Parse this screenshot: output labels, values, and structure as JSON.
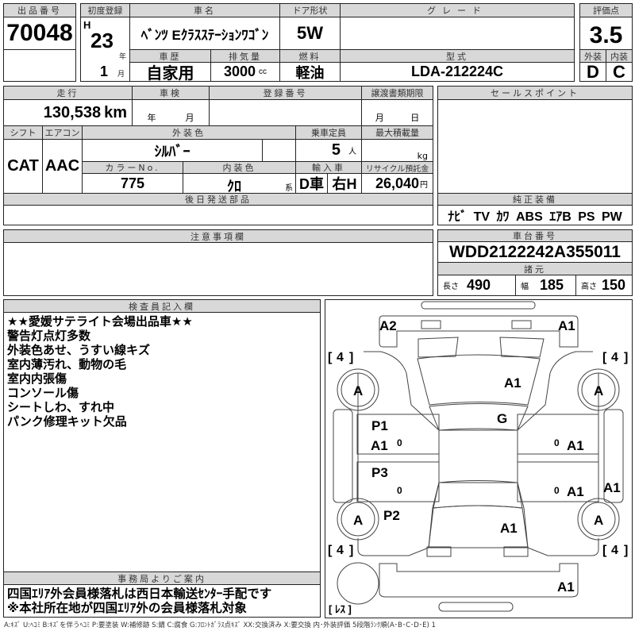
{
  "lot": {
    "label": "出品番号",
    "value": "70048"
  },
  "first_reg": {
    "label": "初度登録",
    "era": "H",
    "year": "23",
    "year_unit": "年",
    "month": "1",
    "month_unit": "月"
  },
  "car_name": {
    "label": "車名",
    "value": "ﾍﾞﾝﾂ Eｸﾗｽｽﾃｰｼｮﾝﾜｺﾞﾝ"
  },
  "door": {
    "label": "ドア形状",
    "value": "5W"
  },
  "grade": {
    "label": "グレード",
    "value": ""
  },
  "history": {
    "label": "車歴",
    "value": "自家用"
  },
  "displacement": {
    "label": "排気量",
    "value": "3000",
    "unit": "cc"
  },
  "fuel": {
    "label": "燃料",
    "value": "軽油"
  },
  "model": {
    "label": "型式",
    "value": "LDA-212224C"
  },
  "score": {
    "label": "評価点",
    "value": "3.5",
    "ext_label": "外装",
    "int_label": "内装",
    "ext": "D",
    "int": "C"
  },
  "mileage": {
    "label": "走行",
    "value": "130,538",
    "unit": "km"
  },
  "inspection": {
    "label": "車検",
    "year_unit": "年",
    "month_unit": "月"
  },
  "reg_no": {
    "label": "登録番号"
  },
  "transfer": {
    "label": "譲渡書類期限",
    "month_unit": "月",
    "day_unit": "日"
  },
  "shift": {
    "label": "シフト",
    "value": "CAT"
  },
  "ac": {
    "label": "エアコン",
    "value": "AAC"
  },
  "ext_color": {
    "label": "外装色",
    "value": "ｼﾙﾊﾞｰ"
  },
  "capacity": {
    "label": "乗車定員",
    "value": "5",
    "unit": "人"
  },
  "max_load": {
    "label": "最大積載量",
    "unit": "kg"
  },
  "color_no": {
    "label": "カラーNo.",
    "value": "775"
  },
  "int_color": {
    "label": "内装色",
    "value": "ｸﾛ",
    "unit": "系"
  },
  "import": {
    "label": "輸入車",
    "dealer": "D車",
    "handle": "右H"
  },
  "recycle": {
    "label": "リサイクル預託金",
    "value": "26,040",
    "unit": "円"
  },
  "later_parts": {
    "label": "後日発送部品"
  },
  "sale_points": {
    "label": "セールスポイント"
  },
  "equipment": {
    "label": "純正装備",
    "value": "ﾅﾋﾞ TV ｶﾜ ABS ｴｱB PS PW"
  },
  "notes": {
    "label": "注意事項欄"
  },
  "chassis": {
    "label": "車台番号",
    "value": "WDD2122242A355011"
  },
  "specs": {
    "label": "諸元",
    "length_label": "長さ",
    "length": "490",
    "width_label": "幅",
    "width": "185",
    "height_label": "高さ",
    "height": "150"
  },
  "inspector": {
    "label": "検査員記入欄",
    "lines": [
      "★★愛媛サテライト会場出品車★★",
      "警告灯点灯多数",
      "外装色あせ、うすい線キズ",
      "室内薄汚れ、動物の毛",
      "室内内張傷",
      "コンソール傷",
      "シートしわ、すれ中",
      "パンク修理キット欠品"
    ]
  },
  "office": {
    "label": "事務局よりご案内",
    "lines": [
      "四国ｴﾘｱ外会員様落札は西日本輸送ｾﾝﾀｰ手配です",
      "※本社所在地が四国ｴﾘｱ外の会員様落札対象"
    ]
  },
  "diagram": {
    "front_left": "A2",
    "front_right": "A1",
    "hood": "A1",
    "windshield": "G",
    "fl_door_1": "P1",
    "fl_door_2": "A1",
    "rl_door": "P3",
    "rl_quarter": "P2",
    "fr_door": "A1",
    "rr_door": "A1",
    "r_step": "A1",
    "trunk": "A1",
    "rear_bumper": "A1",
    "tire": "A",
    "tread": "4",
    "tread_open": "[",
    "tread_close": "]",
    "zero": "0",
    "spare": "[ ﾚｽ ]"
  },
  "legend": "A:ｷｽﾞ U:ﾍｺﾐ B:ｷｽﾞを伴うﾍｺﾐ P:要塗装 W:補修跡 S:錆 C:腐食 G:ﾌﾛﾝﾄｶﾞﾗｽ点ｷｽﾞ XX:交換済み X:要交換 内･外装評価 5段階ﾗﾝｸ順(A･B･C･D･E) 1"
}
